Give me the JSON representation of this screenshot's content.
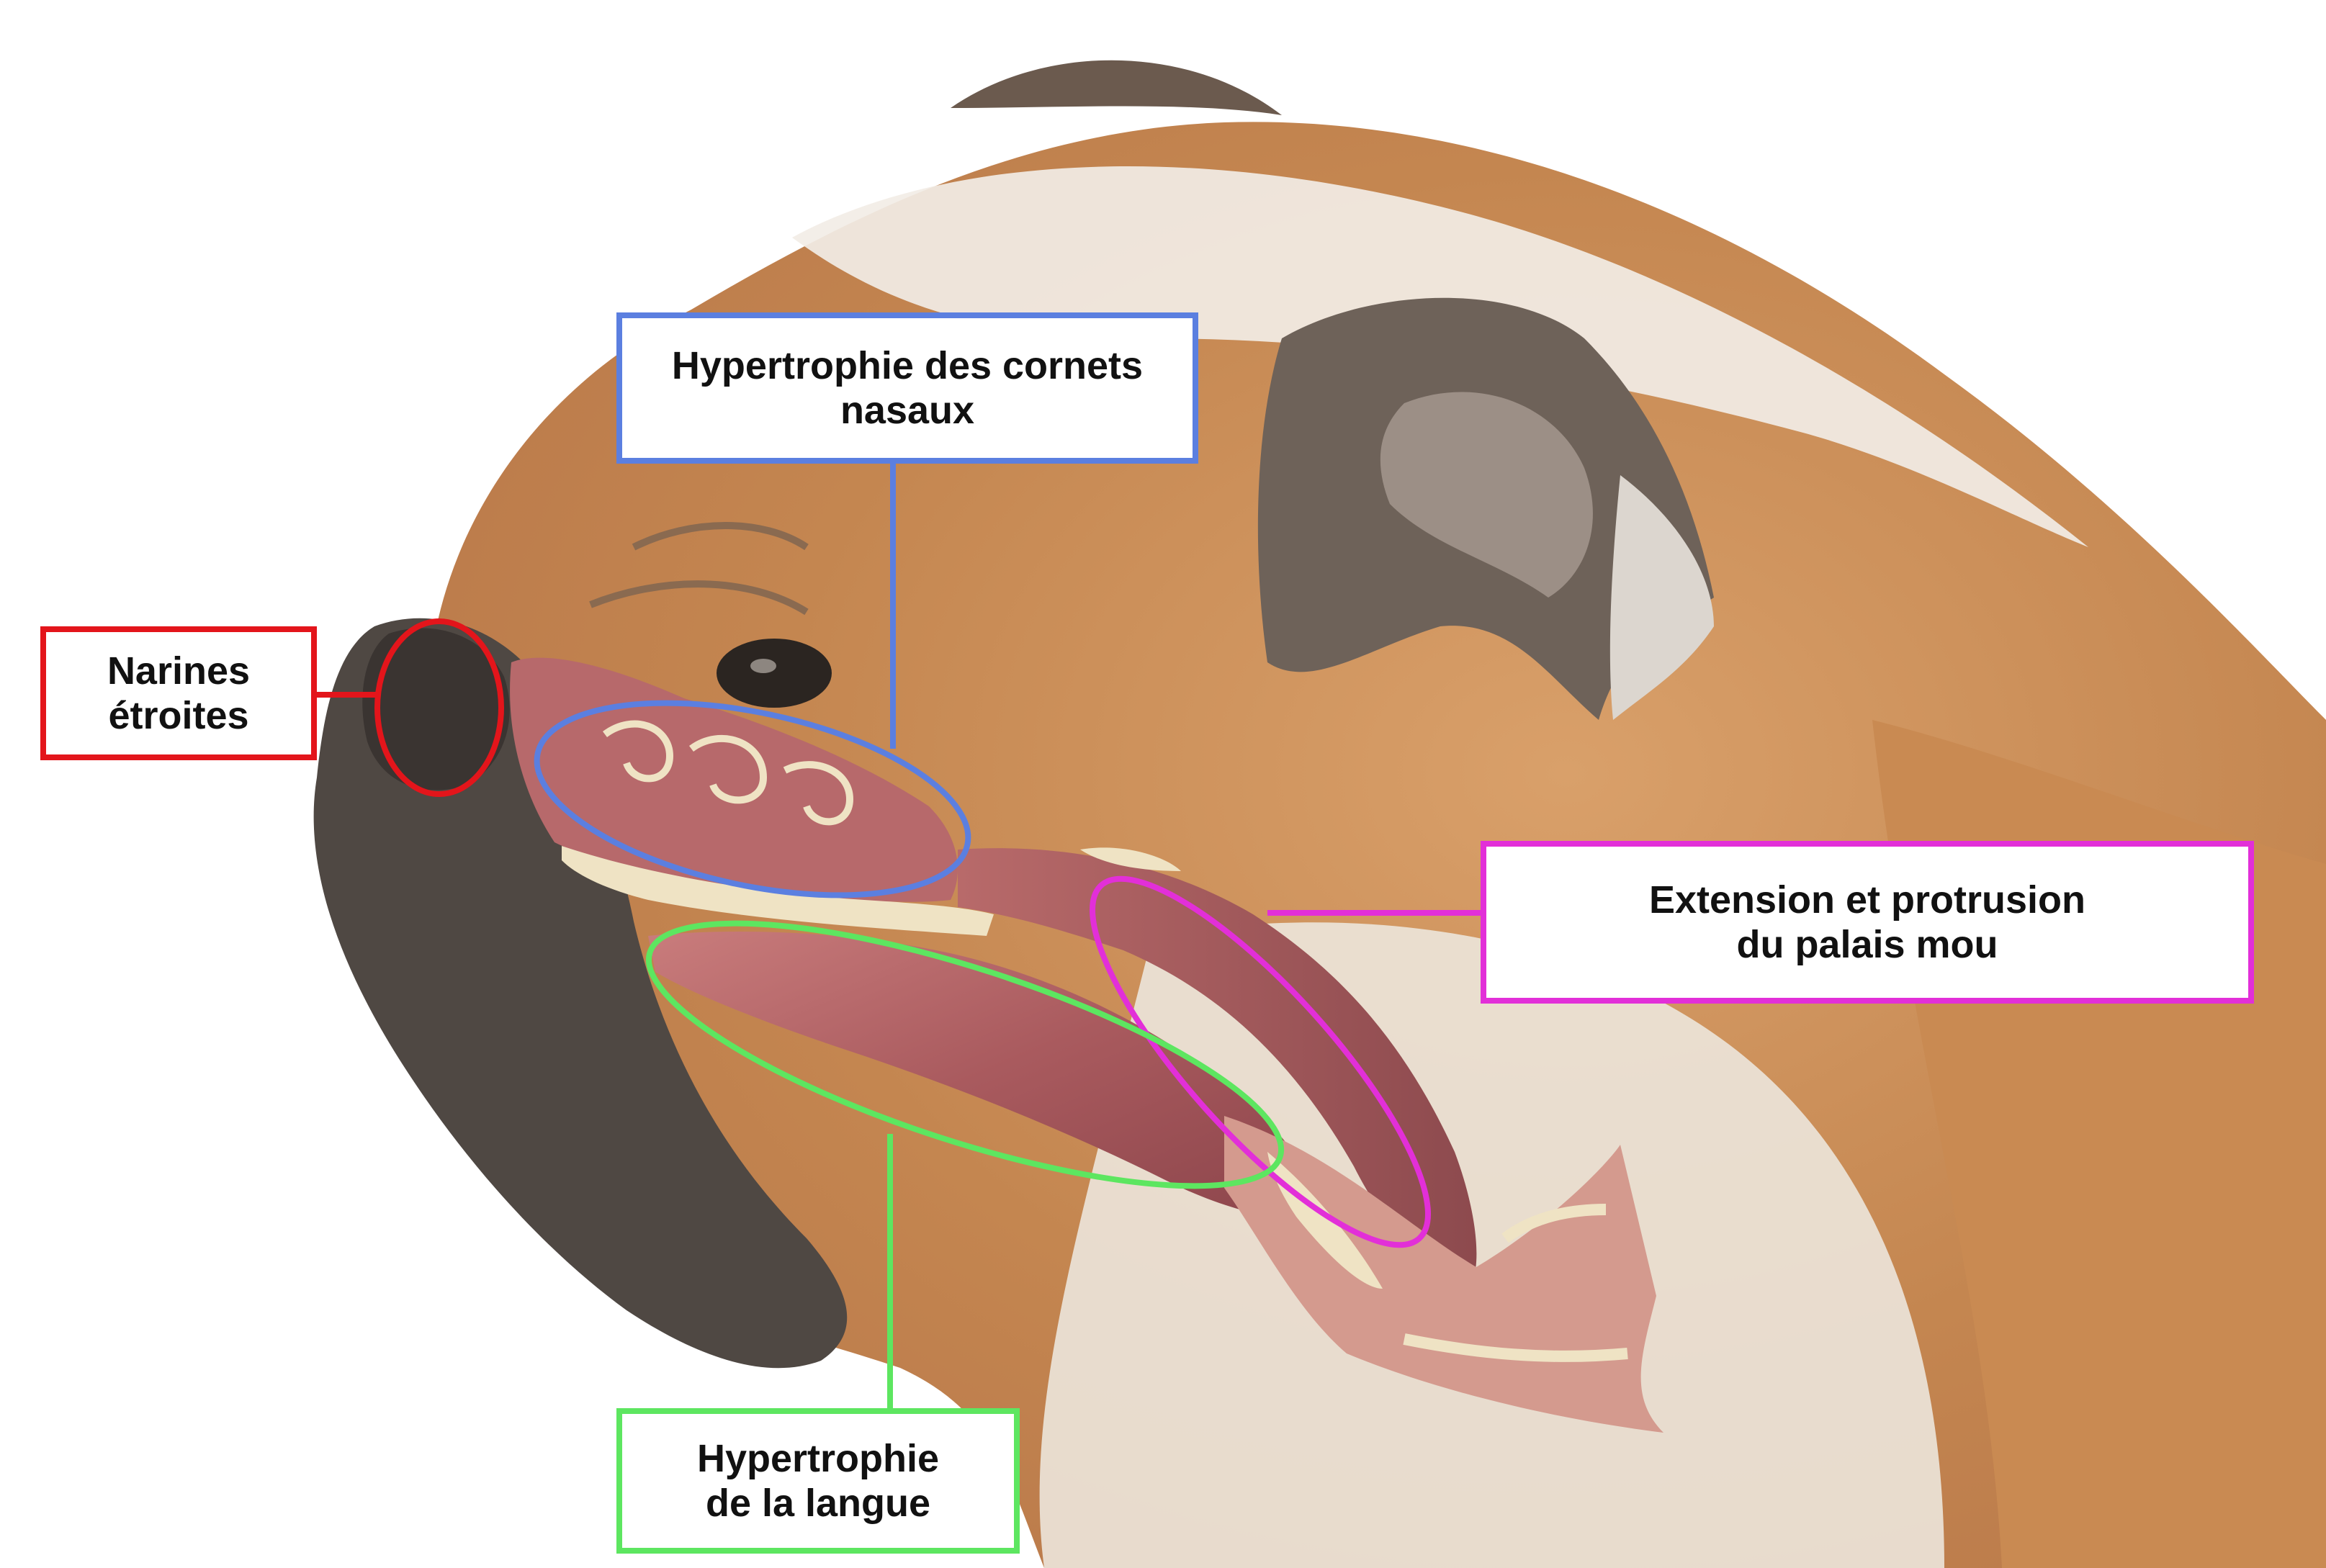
{
  "labels": {
    "narines": {
      "line1": "Narines",
      "line2": "étroites",
      "color": "#e3151b"
    },
    "cornets": {
      "line1": "Hypertrophie des cornets",
      "line2": "nasaux",
      "color": "#5b7fe0"
    },
    "palais": {
      "line1": "Extension et protrusion",
      "line2": "du palais mou",
      "color": "#e22fd8"
    },
    "langue": {
      "line1": "Hypertrophie",
      "line2": "de la langue",
      "color": "#5de660"
    }
  },
  "colors": {
    "fur_tan": "#c98a52",
    "fur_white": "#f1ece4",
    "muzzle_dark": "#4a4440",
    "tissue_pink": "#a8585e",
    "tissue_light": "#cf8f8c",
    "bone_cream": "#efe3c4"
  }
}
